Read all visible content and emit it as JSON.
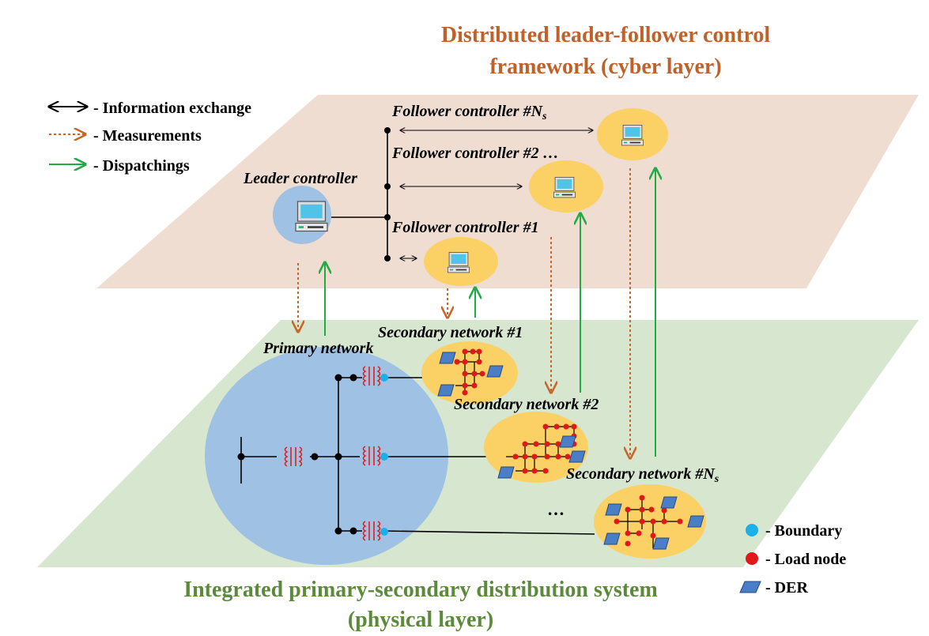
{
  "titles": {
    "cyber_line1": "Distributed leader-follower control",
    "cyber_line2": "framework (cyber layer)",
    "physical_line1": "Integrated primary-secondary distribution system",
    "physical_line2": "(physical layer)"
  },
  "legend_top": {
    "information_exchange": "- Information exchange",
    "measurements": "- Measurements",
    "dispatchings": "- Dispatchings"
  },
  "legend_bottom": {
    "boundary": "- Boundary",
    "load_node": "- Load node",
    "der": "- DER"
  },
  "cyber": {
    "leader": "Leader controller",
    "follower_ns": "Follower controller #N",
    "follower_ns_sub": "s",
    "follower_2": "Follower controller #2 …",
    "follower_1": "Follower controller #1"
  },
  "physical": {
    "primary": "Primary network",
    "secondary_1": "Secondary network #1",
    "secondary_2": "Secondary network #2",
    "secondary_ns": "Secondary network #N",
    "secondary_ns_sub": "s",
    "ellipsis": "…"
  },
  "colors": {
    "cyber_plane": "#f0ddd2",
    "physical_plane": "#d6e6cf",
    "primary_disk": "#9fc2e4",
    "secondary_disk": "#fbd064",
    "transformer": "#e02020",
    "boundary": "#1ab0e8",
    "load_node": "#e01818",
    "der": "#4a7fc8",
    "measurement_arrow": "#c8652a",
    "dispatch_arrow": "#22aa44",
    "cyber_title": "#c0612b",
    "physical_title": "#5a8a3a"
  }
}
